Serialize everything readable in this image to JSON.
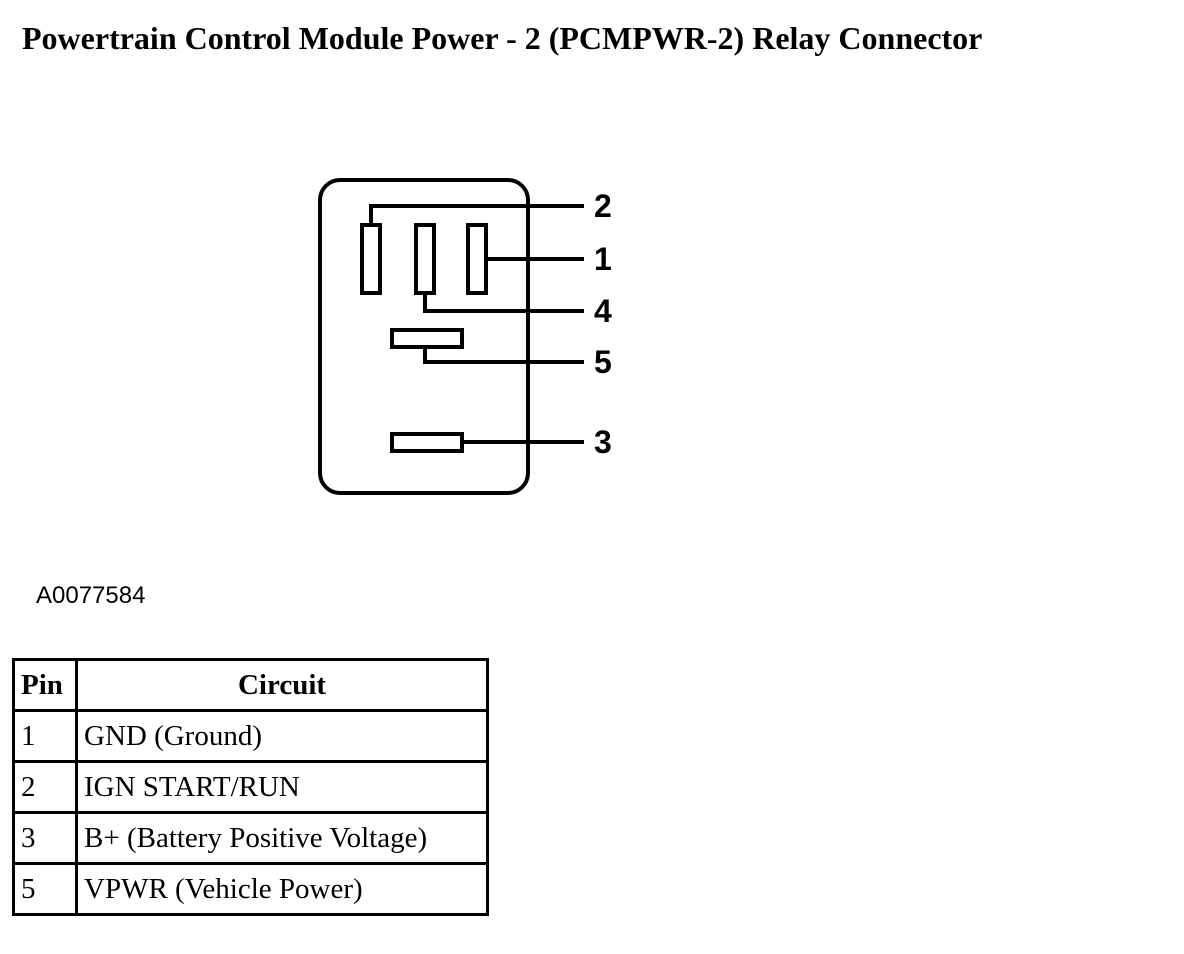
{
  "title": "Powertrain Control Module Power - 2 (PCMPWR-2) Relay Connector",
  "figure_id": "A0077584",
  "connector": {
    "pin_callouts": [
      "2",
      "1",
      "4",
      "5",
      "3"
    ]
  },
  "table": {
    "headers": [
      "Pin",
      "Circuit"
    ],
    "rows": [
      {
        "pin": "1",
        "circuit": "GND (Ground)"
      },
      {
        "pin": "2",
        "circuit": "IGN START/RUN"
      },
      {
        "pin": "3",
        "circuit": "B+ (Battery Positive Voltage)"
      },
      {
        "pin": "5",
        "circuit": "VPWR (Vehicle Power)"
      }
    ]
  }
}
